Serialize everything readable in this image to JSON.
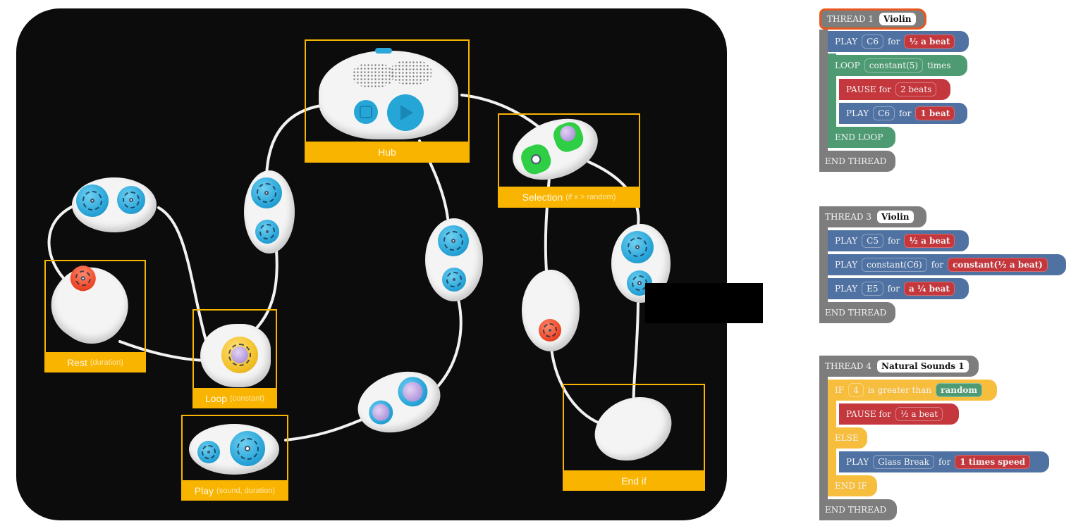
{
  "photo": {
    "description": "Physical coding modules on black mat",
    "labels": {
      "hub": {
        "main": "Hub",
        "sub": ""
      },
      "selection": {
        "main": "Selection",
        "sub": "(if x > random)"
      },
      "rest": {
        "main": "Rest",
        "sub": "(duration)"
      },
      "loop": {
        "main": "Loop",
        "sub": "(constant)"
      },
      "play": {
        "main": "Play",
        "sub": "(sound, duration)"
      },
      "end_if": {
        "main": "End if",
        "sub": ""
      }
    },
    "colors": {
      "mat": "#0d0c0d",
      "label_accent": "#f9b400",
      "knob_blue": "#2aa6d9",
      "knob_red": "#ef4a2a",
      "knob_yellow": "#f2c12a",
      "knob_green": "#2fcf45",
      "cap_purple": "#b097dc"
    }
  },
  "threads": [
    {
      "header": "THREAD 1",
      "instrument": "Violin",
      "selected": true,
      "blocks": [
        {
          "kw": "PLAY",
          "arg1": "C6",
          "mid": "for",
          "arg2": "½ a beat"
        },
        {
          "kw": "LOOP",
          "arg1": "constant(5)",
          "mid": "times"
        },
        {
          "kw": "PAUSE for",
          "arg1": "2 beats"
        },
        {
          "kw": "PLAY",
          "arg1": "C6",
          "mid": "for",
          "arg2": "1 beat"
        },
        {
          "kw": "END LOOP"
        }
      ],
      "end": "END THREAD"
    },
    {
      "header": "THREAD 3",
      "instrument": "Violin",
      "selected": false,
      "blocks": [
        {
          "kw": "PLAY",
          "arg1": "C5",
          "mid": "for",
          "arg2": "½ a beat"
        },
        {
          "kw": "PLAY",
          "arg1": "constant(C6)",
          "mid": "for",
          "arg2": "constant(½ a beat)"
        },
        {
          "kw": "PLAY",
          "arg1": "E5",
          "mid": "for",
          "arg2": "a ¼ beat"
        }
      ],
      "end": "END THREAD"
    },
    {
      "header": "THREAD 4",
      "instrument": "Natural Sounds 1",
      "selected": false,
      "blocks": [
        {
          "kw": "IF",
          "arg1": "4",
          "mid": "is greater than",
          "arg2": "random"
        },
        {
          "kw": "PAUSE for",
          "arg1": "½ a beat"
        },
        {
          "kw": "ELSE"
        },
        {
          "kw": "PLAY",
          "arg1": "Glass Break",
          "mid": "for",
          "arg2": "1 times speed"
        },
        {
          "kw": "END IF"
        }
      ],
      "end": "END THREAD"
    }
  ],
  "block_colors": {
    "play": "#4f72a3",
    "loop": "#4e9b73",
    "pause": "#c4373d",
    "if": "#f7be3d",
    "thread": "#7d7d7d",
    "selected_outline": "#e8581e"
  }
}
